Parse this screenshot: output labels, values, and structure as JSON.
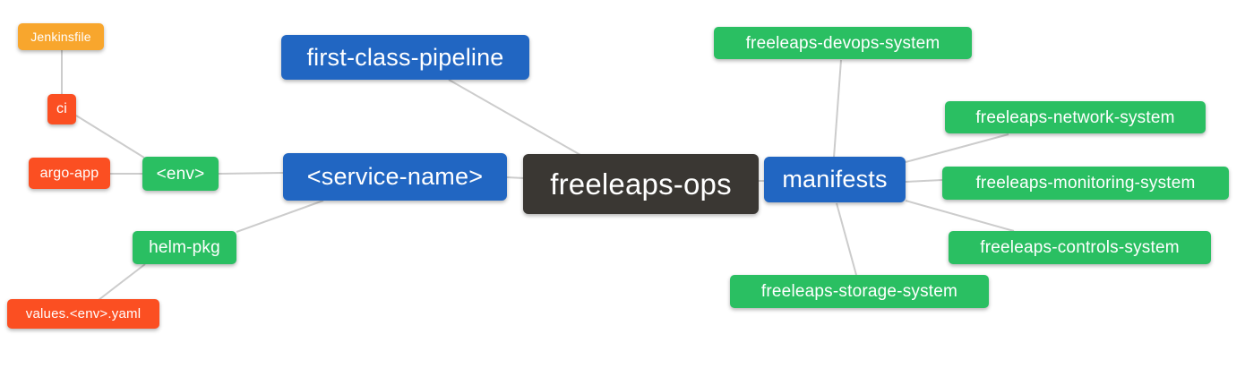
{
  "diagram": {
    "type": "mindmap",
    "root": "freeleaps-ops",
    "colors": {
      "blue": "#2166c2",
      "green": "#2abf62",
      "orange": "#fb4f22",
      "amber": "#f8a62d",
      "dark": "#3a3733",
      "text": "#ffffff",
      "edge": "#cccccc",
      "background": "#ffffff"
    },
    "nodes": {
      "jenkinsfile": {
        "label": "Jenkinsfile",
        "color": "amber"
      },
      "ci": {
        "label": "ci",
        "color": "orange"
      },
      "argo_app": {
        "label": "argo-app",
        "color": "orange"
      },
      "env": {
        "label": "<env>",
        "color": "green"
      },
      "first_class_pipeline": {
        "label": "first-class-pipeline",
        "color": "blue"
      },
      "service_name": {
        "label": "<service-name>",
        "color": "blue"
      },
      "freeleaps_ops": {
        "label": "freeleaps-ops",
        "color": "dark"
      },
      "manifests": {
        "label": "manifests",
        "color": "blue"
      },
      "helm_pkg": {
        "label": "helm-pkg",
        "color": "green"
      },
      "values_env_yaml": {
        "label": "values.<env>.yaml",
        "color": "orange"
      },
      "devops_system": {
        "label": "freeleaps-devops-system",
        "color": "green"
      },
      "network_system": {
        "label": "freeleaps-network-system",
        "color": "green"
      },
      "monitoring_system": {
        "label": "freeleaps-monitoring-system",
        "color": "green"
      },
      "controls_system": {
        "label": "freeleaps-controls-system",
        "color": "green"
      },
      "storage_system": {
        "label": "freeleaps-storage-system",
        "color": "green"
      }
    },
    "edges": [
      {
        "from": "jenkinsfile",
        "to": "ci"
      },
      {
        "from": "ci",
        "to": "env"
      },
      {
        "from": "argo_app",
        "to": "env"
      },
      {
        "from": "env",
        "to": "service_name"
      },
      {
        "from": "helm_pkg",
        "to": "service_name"
      },
      {
        "from": "values_env_yaml",
        "to": "helm_pkg"
      },
      {
        "from": "service_name",
        "to": "freeleaps_ops"
      },
      {
        "from": "first_class_pipeline",
        "to": "freeleaps_ops"
      },
      {
        "from": "freeleaps_ops",
        "to": "manifests"
      },
      {
        "from": "manifests",
        "to": "devops_system"
      },
      {
        "from": "manifests",
        "to": "network_system"
      },
      {
        "from": "manifests",
        "to": "monitoring_system"
      },
      {
        "from": "manifests",
        "to": "controls_system"
      },
      {
        "from": "manifests",
        "to": "storage_system"
      }
    ]
  }
}
